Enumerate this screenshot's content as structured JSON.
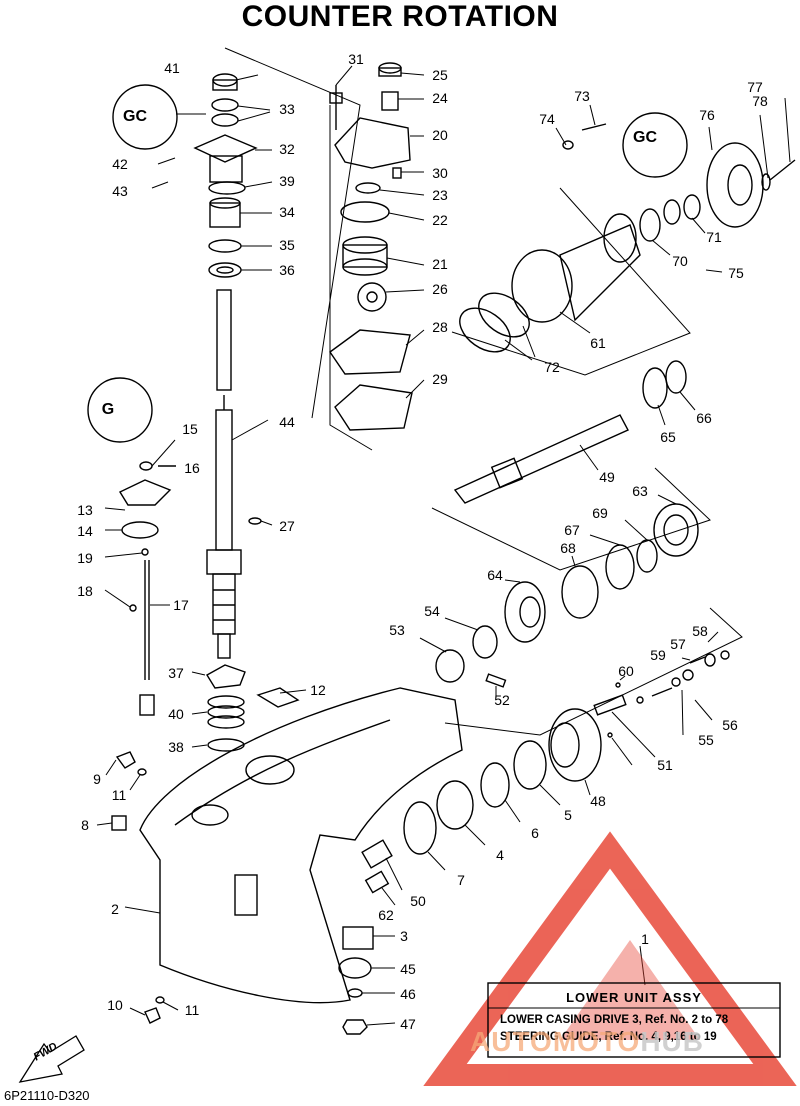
{
  "title": "COUNTER ROTATION",
  "drawing_code": "6P21110-D320",
  "direction_label": "FWD",
  "assembly_box": {
    "ref": "1",
    "title": "LOWER UNIT ASSY",
    "lines": [
      "LOWER CASING DRIVE 3, Ref. No. 2 to 78",
      "STEERING GUIDE, Ref. No. 4, 9,16 to 19"
    ]
  },
  "watermark": {
    "main": "AUTOMOTO",
    "suffix": "HUB"
  },
  "callouts": [
    "41",
    "33",
    "42",
    "43",
    "32",
    "39",
    "34",
    "35",
    "36",
    "44",
    "31",
    "25",
    "24",
    "20",
    "30",
    "23",
    "22",
    "21",
    "26",
    "28",
    "29",
    "73",
    "74",
    "77",
    "78",
    "76",
    "71",
    "70",
    "75",
    "61",
    "72",
    "66",
    "65",
    "49",
    "63",
    "69",
    "67",
    "68",
    "64",
    "54",
    "53",
    "52",
    "58",
    "57",
    "59",
    "60",
    "56",
    "55",
    "51",
    "48",
    "5",
    "6",
    "4",
    "7",
    "50",
    "62",
    "3",
    "45",
    "46",
    "47",
    "15",
    "16",
    "13",
    "14",
    "19",
    "18",
    "17",
    "27",
    "37",
    "12",
    "40",
    "38",
    "9",
    "11",
    "8",
    "2",
    "10"
  ],
  "insets": [
    "GC",
    "GC",
    "G"
  ],
  "colors": {
    "line": "#000000",
    "watermark_red": "#e84a3a",
    "watermark_text": "#f4a878"
  }
}
